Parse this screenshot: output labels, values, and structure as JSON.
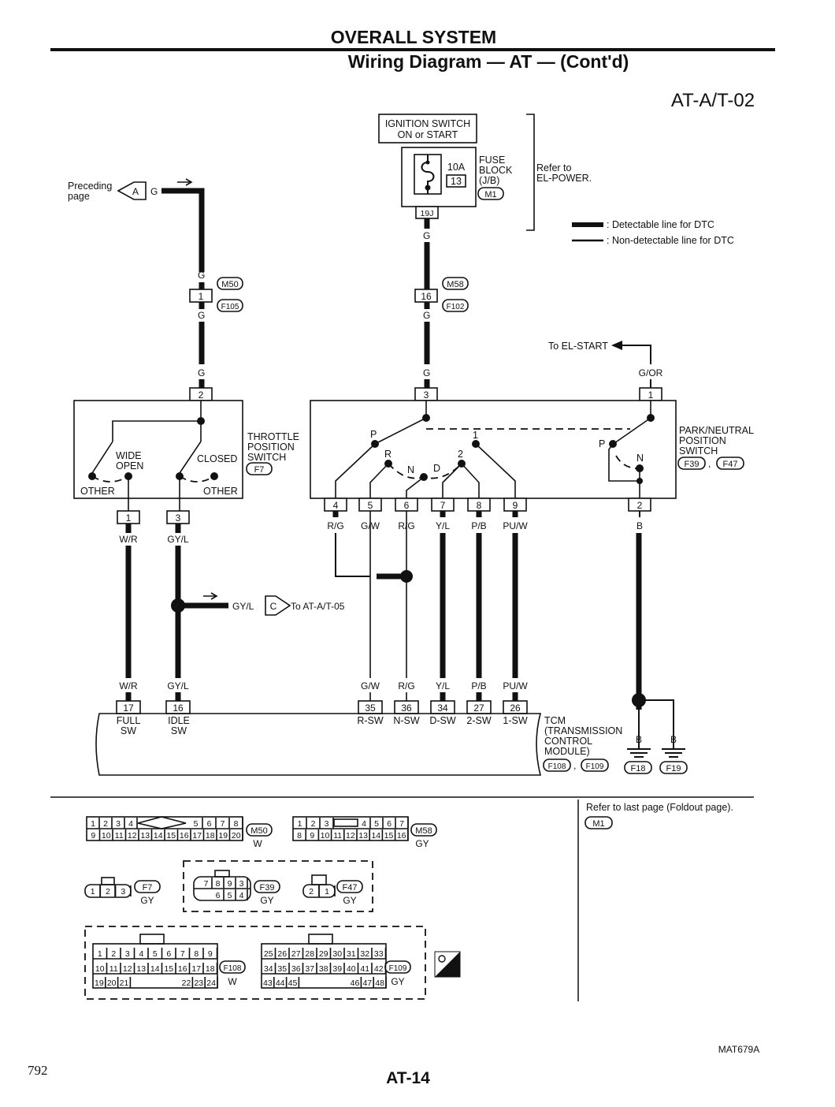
{
  "header": {
    "title": "OVERALL SYSTEM",
    "subtitle": "Wiring Diagram — AT — (Cont'd)",
    "diagram_code": "AT-A/T-02"
  },
  "ignition": {
    "line1": "IGNITION SWITCH",
    "line2": "ON or START"
  },
  "fuse": {
    "amp": "10A",
    "num": "13",
    "block1": "FUSE",
    "block2": "BLOCK",
    "block3": "(J/B)",
    "conn": "M1",
    "pin": "19J"
  },
  "refer_power": {
    "line1": "Refer to",
    "line2": "EL-POWER."
  },
  "legend": {
    "detectable": ": Detectable line for DTC",
    "non_detectable": ": Non-detectable line for DTC"
  },
  "preceding": {
    "line1": "Preceding",
    "line2": "page",
    "letter": "A",
    "wire": "G"
  },
  "connectors": {
    "m50": "M50",
    "f105": "F105",
    "m58": "M58",
    "f102": "F102",
    "f7": "F7",
    "f39": "F39",
    "f47": "F47",
    "f108": "F108",
    "f109": "F109",
    "f18": "F18",
    "f19": "F19",
    "m1": "M1"
  },
  "wires": {
    "g": "G",
    "g_or": "G/OR",
    "wr": "W/R",
    "gyl": "GY/L",
    "rg": "R/G",
    "gw": "G/W",
    "yl": "Y/L",
    "pb": "P/B",
    "puw": "PU/W",
    "b": "B"
  },
  "pins": {
    "p1": "1",
    "p2": "2",
    "p3": "3",
    "p4": "4",
    "p5": "5",
    "p6": "6",
    "p7": "7",
    "p8": "8",
    "p9": "9",
    "p16": "16",
    "p17": "17",
    "p26": "26",
    "p27": "27",
    "p34": "34",
    "p35": "35",
    "p36": "36"
  },
  "el_start": "To EL-START",
  "throttle": {
    "name1": "THROTTLE",
    "name2": "POSITION",
    "name3": "SWITCH",
    "wide1": "WIDE",
    "wide2": "OPEN",
    "closed": "CLOSED",
    "other": "OTHER"
  },
  "pnp": {
    "name1": "PARK/NEUTRAL",
    "name2": "POSITION",
    "name3": "SWITCH",
    "P": "P",
    "R": "R",
    "N": "N",
    "D": "D",
    "two": "2",
    "one": "1"
  },
  "to_at05": {
    "letter": "C",
    "text": "To AT-A/T-05"
  },
  "tcm": {
    "full1": "FULL",
    "full2": "SW",
    "idle1": "IDLE",
    "idle2": "SW",
    "rsw": "R-SW",
    "nsw": "N-SW",
    "dsw": "D-SW",
    "twosw": "2-SW",
    "onesw": "1-SW",
    "name1": "TCM",
    "name2": "(TRANSMISSION",
    "name3": "CONTROL",
    "name4": "MODULE)"
  },
  "footer_ref": "Refer to last page (Foldout page).",
  "colors": {
    "w": "W",
    "gy": "GY"
  },
  "drawing_code": "MAT679A",
  "page_num": "792",
  "page_label": "AT-14"
}
